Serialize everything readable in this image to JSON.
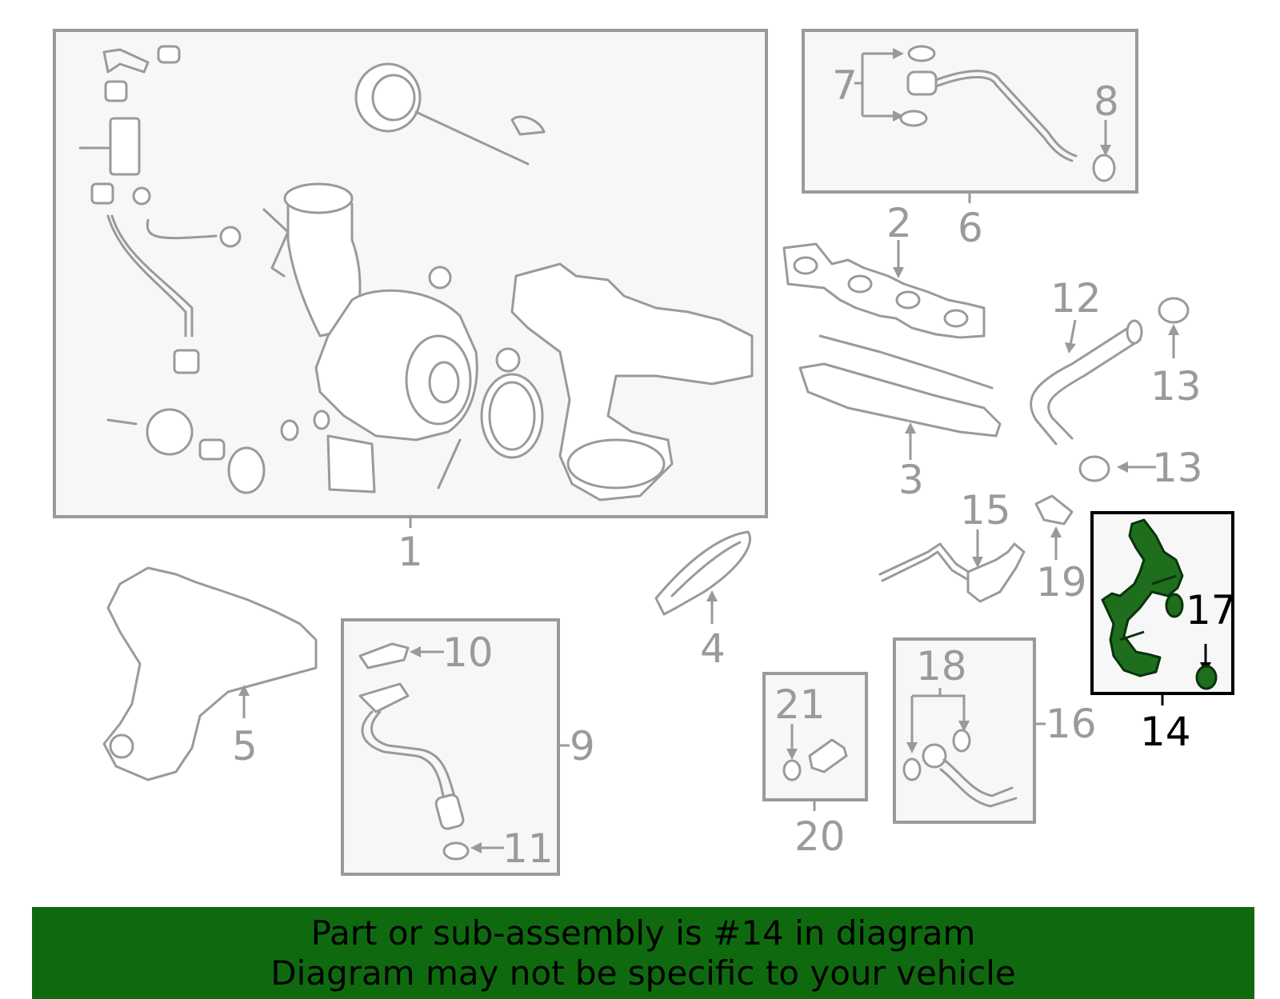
{
  "diagram": {
    "callouts": {
      "c1": "1",
      "c2": "2",
      "c3": "3",
      "c4": "4",
      "c5": "5",
      "c6": "6",
      "c7": "7",
      "c8": "8",
      "c9": "9",
      "c10": "10",
      "c11": "11",
      "c12": "12",
      "c13a": "13",
      "c13b": "13",
      "c14": "14",
      "c15": "15",
      "c16": "16",
      "c17": "17",
      "c18": "18",
      "c19": "19",
      "c20": "20",
      "c21": "21"
    },
    "highlighted_part": "14",
    "colors": {
      "highlight": "#1e6e1e",
      "line": "#9a9a9a",
      "banner": "#0f6a0f"
    }
  },
  "banner": {
    "line1": "Part or sub-assembly is #14 in diagram",
    "line2": "Diagram may not be specific to your vehicle"
  }
}
